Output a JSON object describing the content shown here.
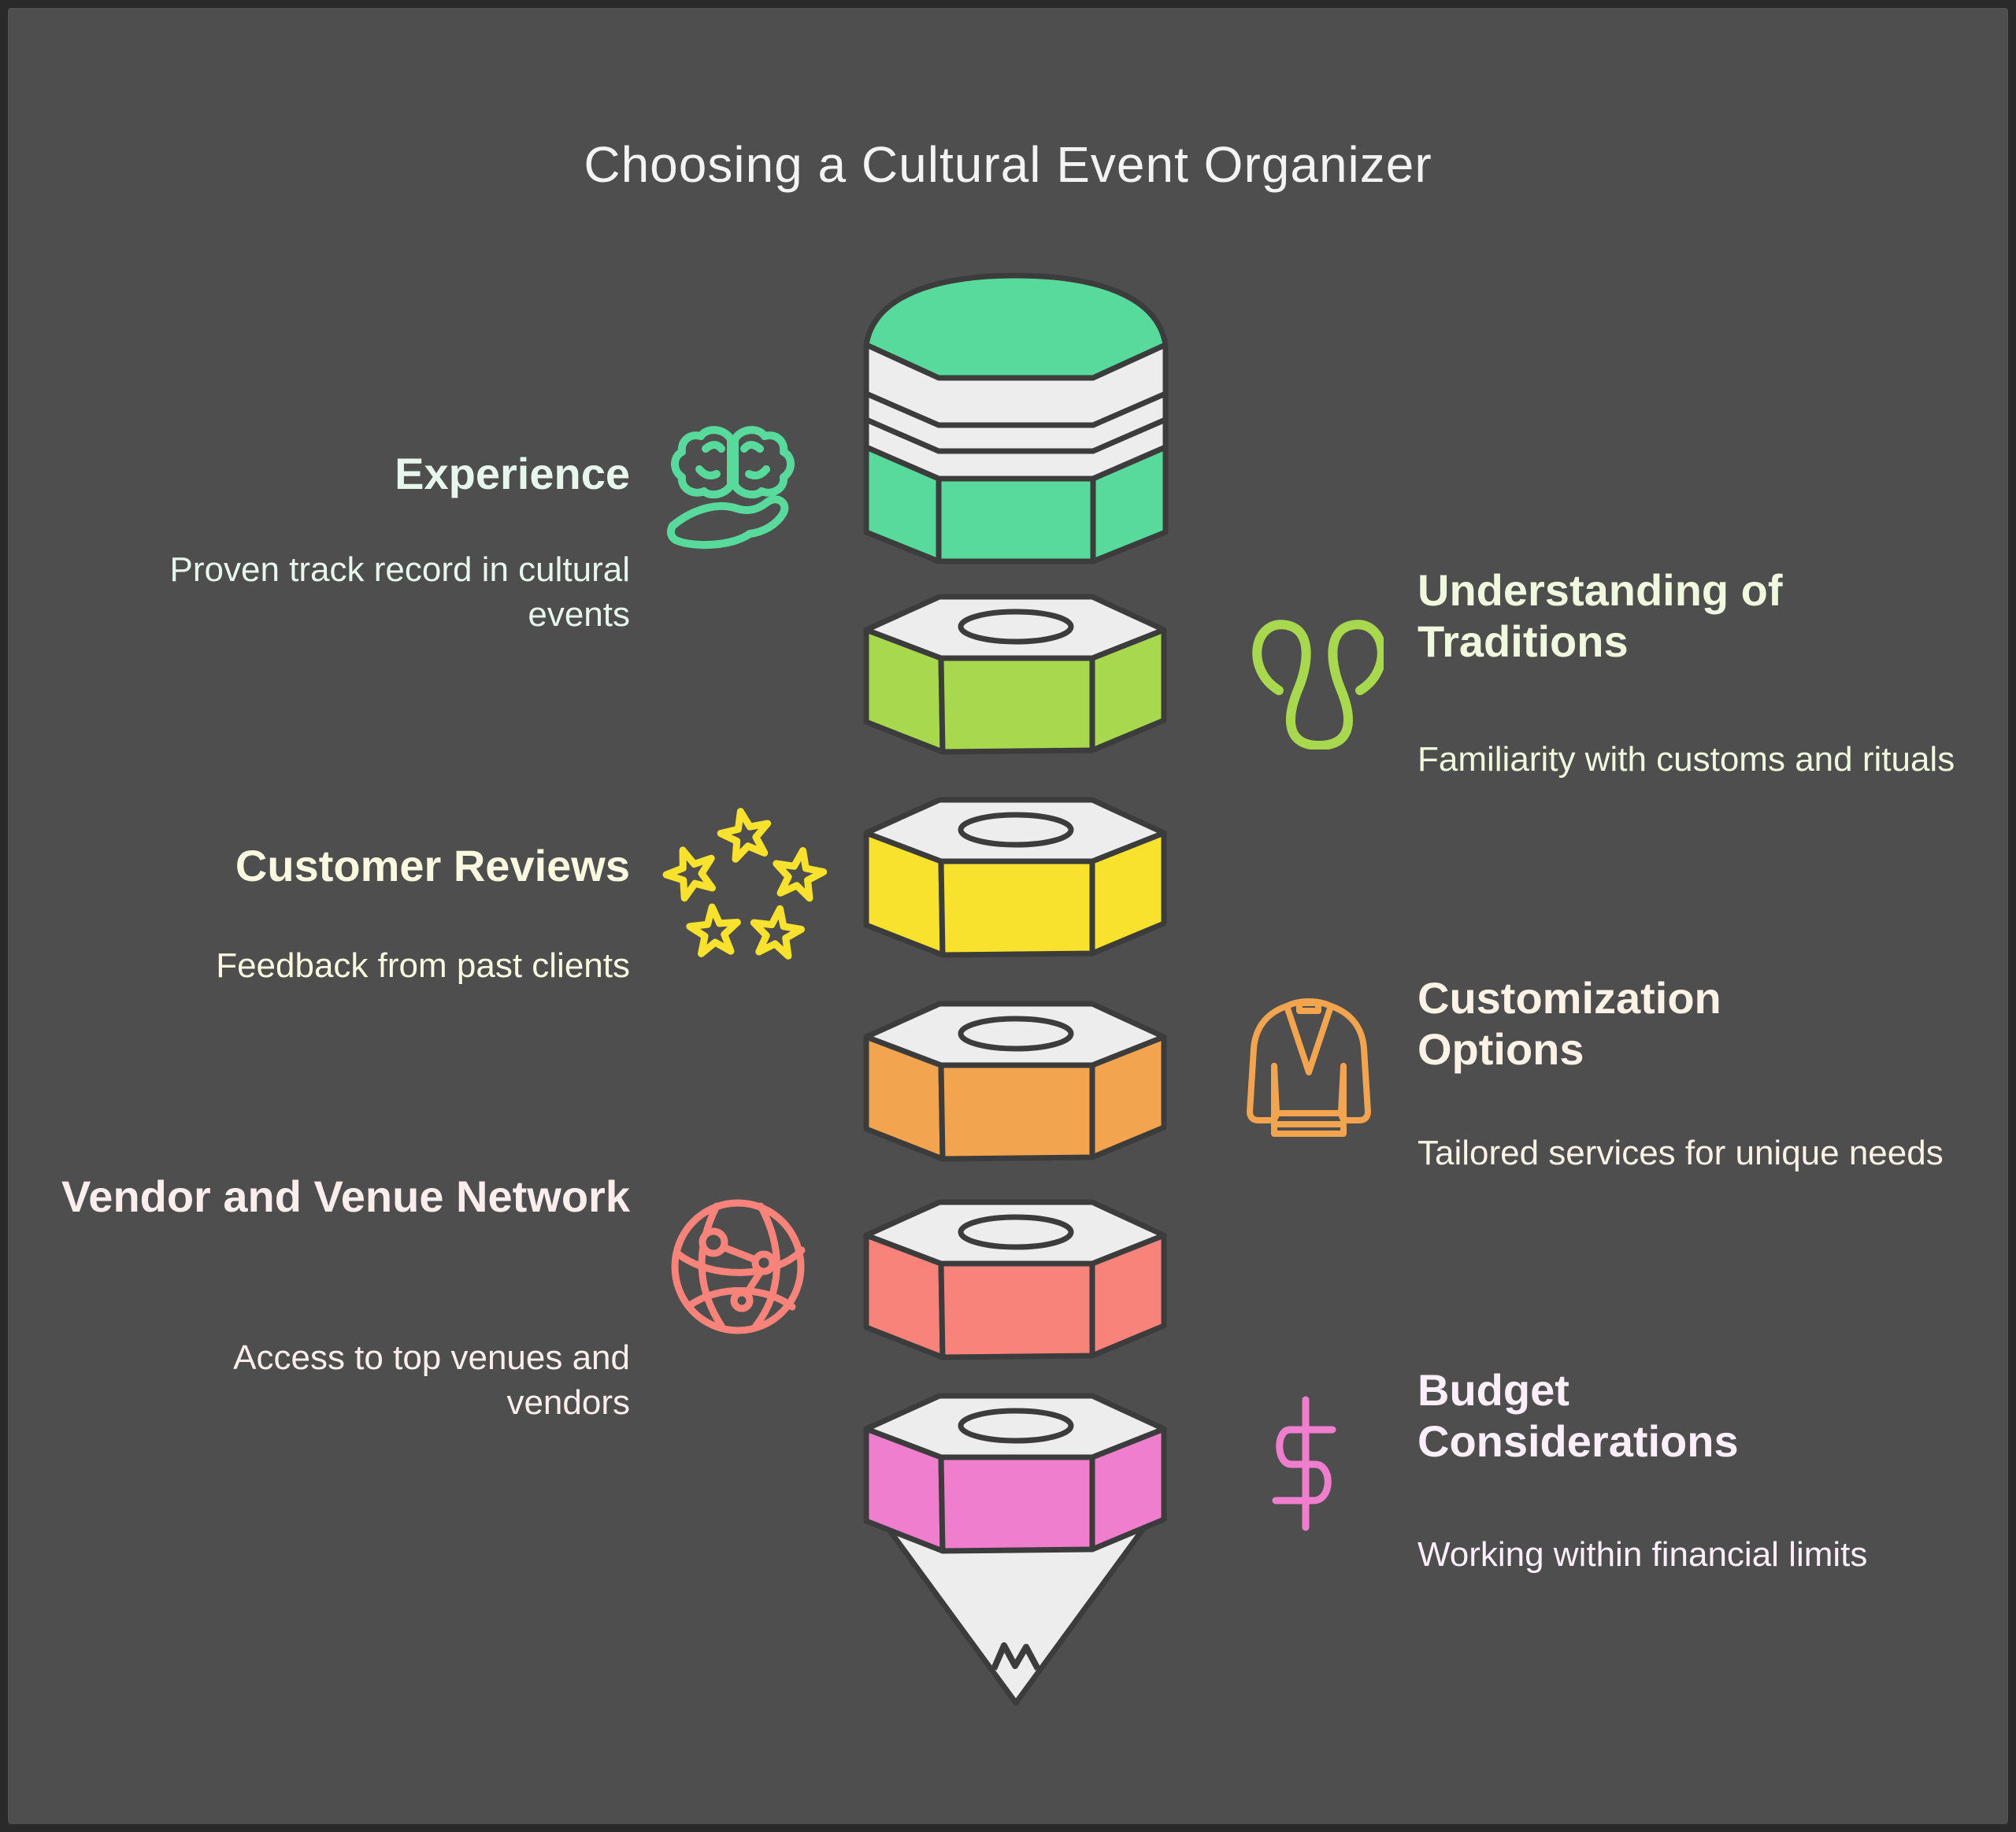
{
  "title": "Choosing a Cultural Event Organizer",
  "colors": {
    "background": "#4e4e4e",
    "frame": "#2a2a2a",
    "outline": "#3c3c3c",
    "pencil_body": "#ededed",
    "title_color": "#f3f3f3",
    "mint": "#57da9b",
    "lime": "#a8d84e",
    "yellow": "#f8e22e",
    "orange": "#f3a44f",
    "coral": "#f8837b",
    "pink": "#ef7fce"
  },
  "left_items": [
    {
      "heading": "Experience",
      "description": "Proven track record in cultural events",
      "icon": "brain-in-hand-icon",
      "color": "#e8f7ee",
      "icon_color": "#57da9b"
    },
    {
      "heading": "Customer Reviews",
      "description": "Feedback from past clients",
      "icon": "five-stars-icon",
      "color": "#fbfae1",
      "icon_color": "#f8e22e"
    },
    {
      "heading": "Vendor and Venue Network",
      "description": "Access to top venues and vendors",
      "icon": "network-globe-icon",
      "color": "#fdeeee",
      "icon_color": "#f8837b"
    }
  ],
  "right_items": [
    {
      "heading": "Understanding of Traditions",
      "description": "Familiarity with customs and rituals",
      "icon": "tradition-loops-icon",
      "color": "#f0f8dd",
      "icon_color": "#a8d84e"
    },
    {
      "heading": "Customization Options",
      "description": "Tailored services for unique needs",
      "icon": "cardigan-icon",
      "color": "#fdf2e6",
      "icon_color": "#f3a44f"
    },
    {
      "heading": "Budget Considerations",
      "description": "Working within financial limits",
      "icon": "dollar-sign-icon",
      "color": "#fdeffa",
      "icon_color": "#ef7fce"
    }
  ],
  "funnel": {
    "shape": "pencil pointing down, eraser cap on top, five hex-nut segments, white sharpened tip",
    "segments": [
      {
        "name": "eraser-cap",
        "color": "#57da9b"
      },
      {
        "name": "segment-2",
        "color": "#a8d84e"
      },
      {
        "name": "segment-3",
        "color": "#f8e22e"
      },
      {
        "name": "segment-4",
        "color": "#f3a44f"
      },
      {
        "name": "segment-5",
        "color": "#f8837b"
      },
      {
        "name": "segment-6",
        "color": "#ef7fce"
      }
    ]
  }
}
